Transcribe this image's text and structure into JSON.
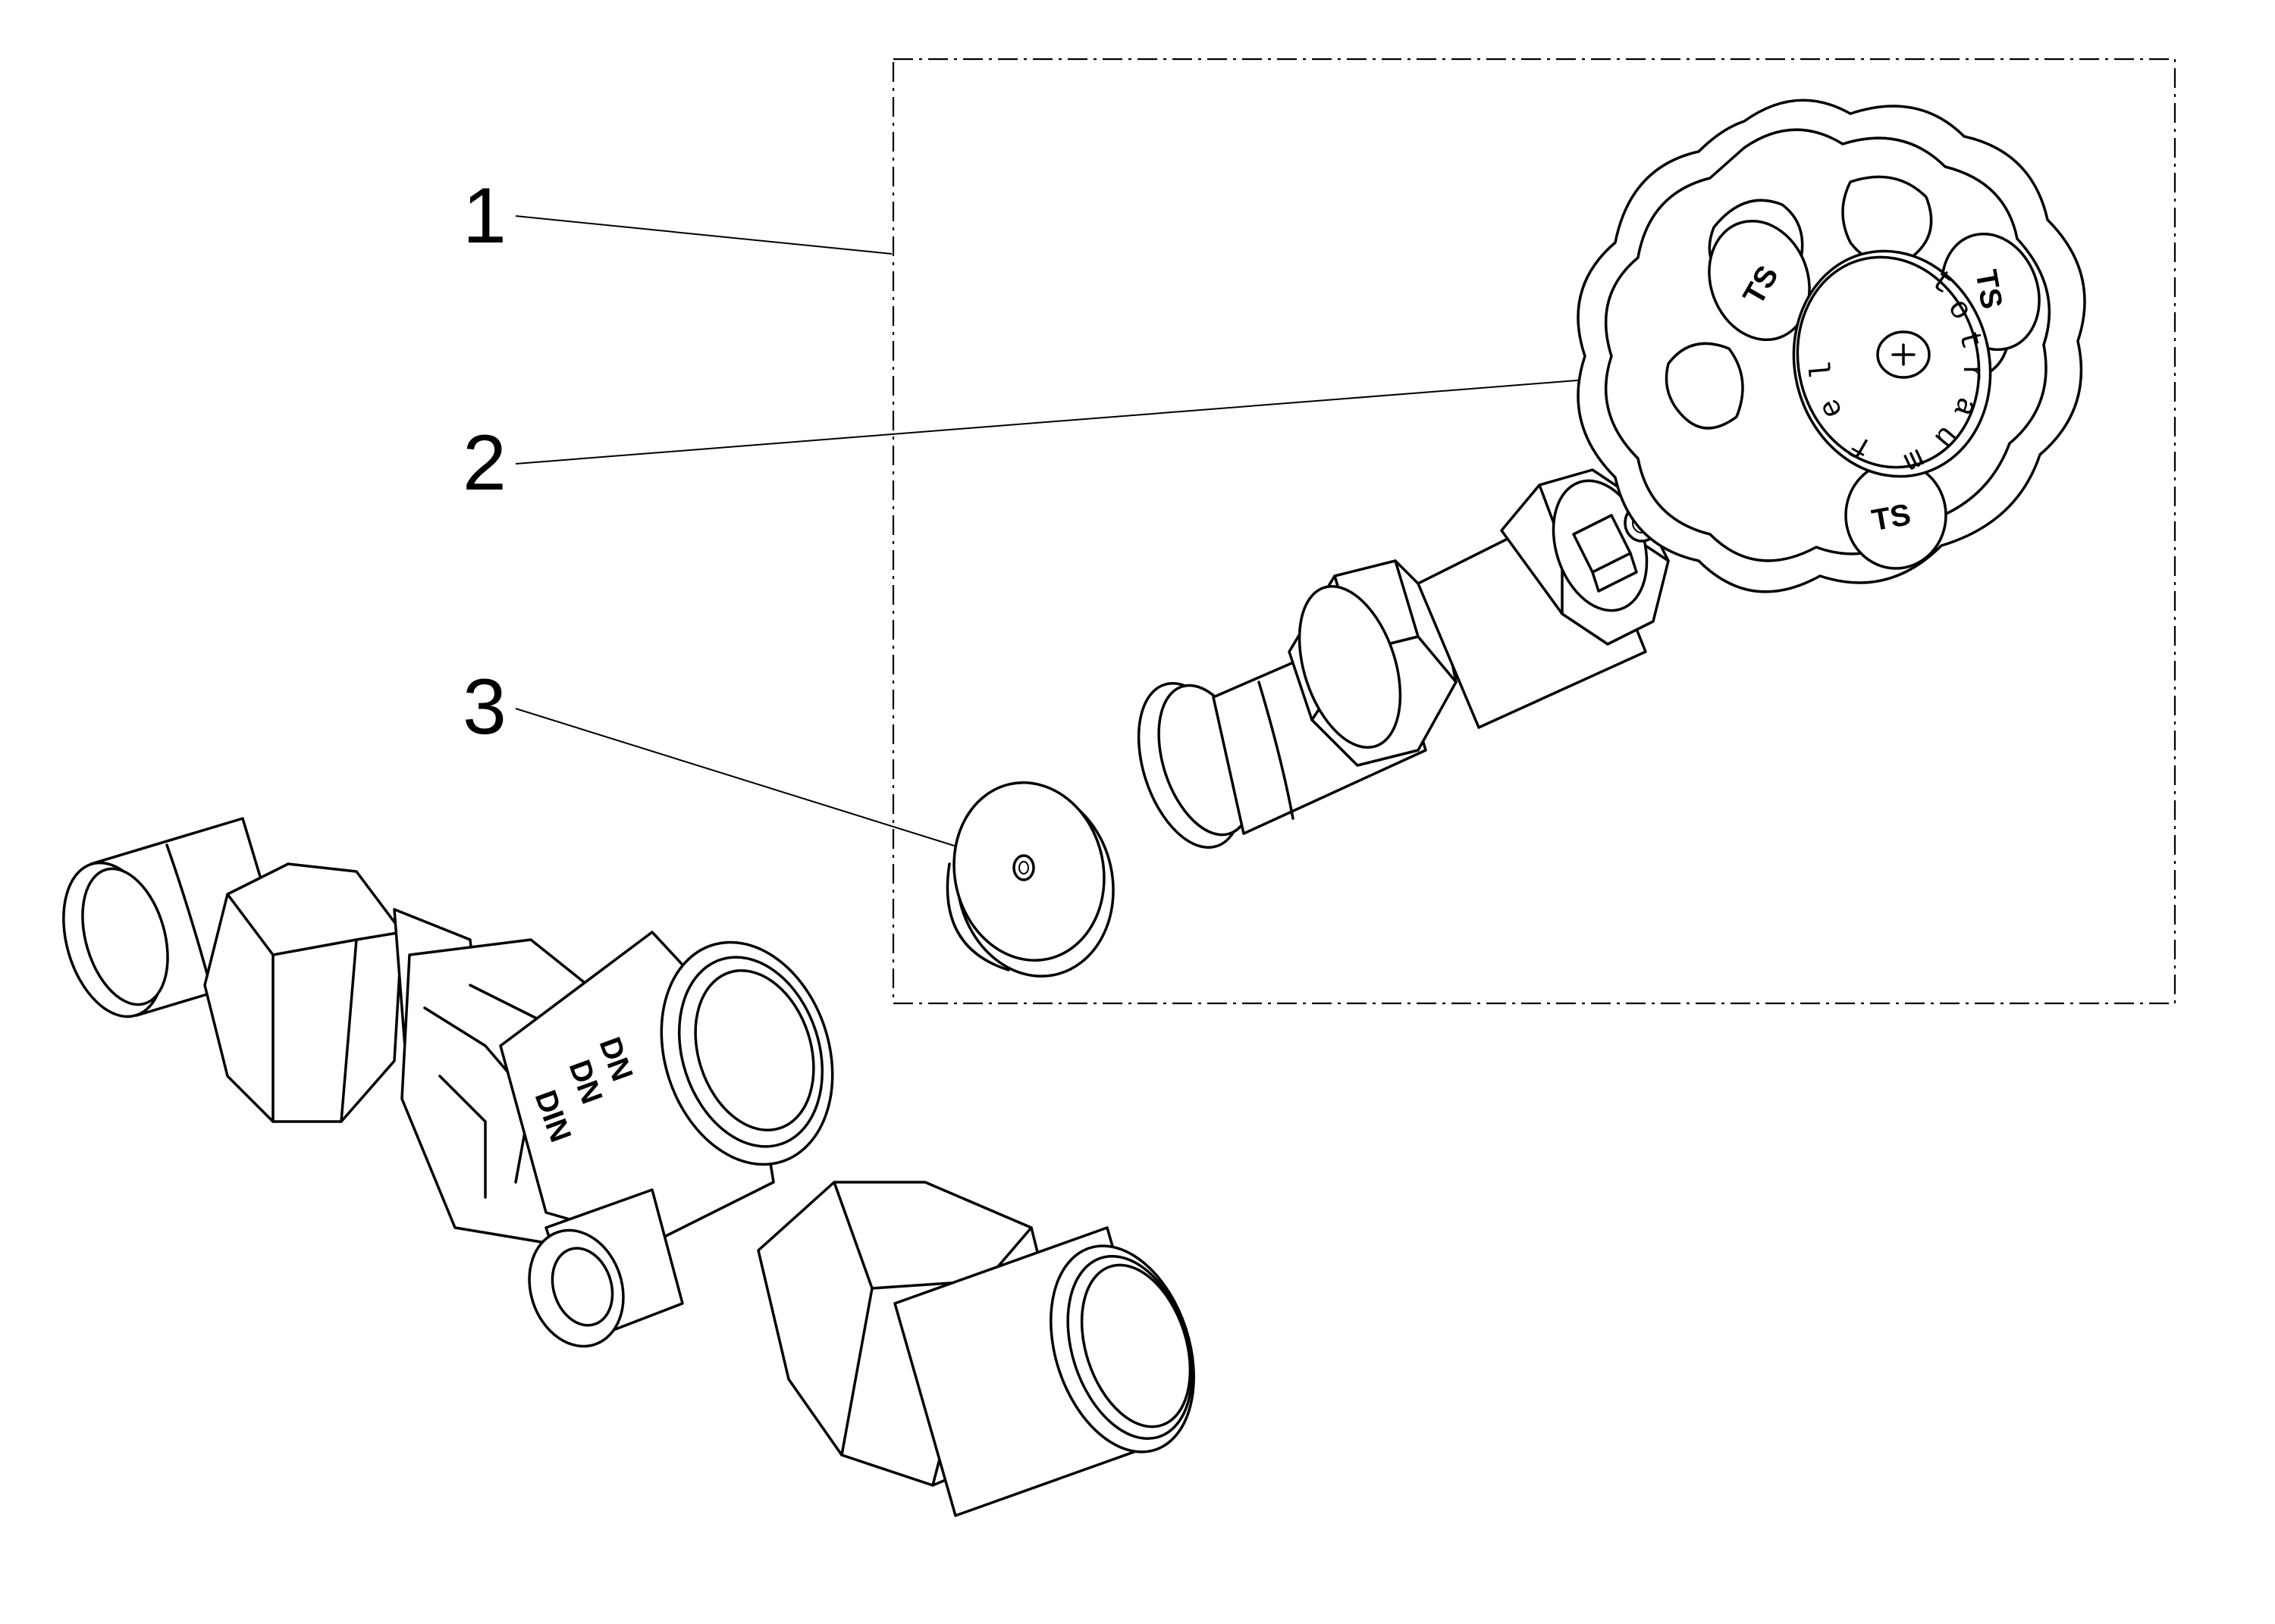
{
  "callouts": [
    {
      "number": "1"
    },
    {
      "number": "2"
    },
    {
      "number": "3"
    }
  ],
  "handwheel": {
    "cap_text": [
      "t",
      "o",
      "t",
      "r",
      "a",
      "u",
      "m",
      "f",
      "e",
      "l"
    ],
    "logo_marks": [
      "TS",
      "TS",
      "TS"
    ]
  },
  "valve_body": {
    "markings": [
      "DN",
      "DN",
      "DIN"
    ]
  }
}
